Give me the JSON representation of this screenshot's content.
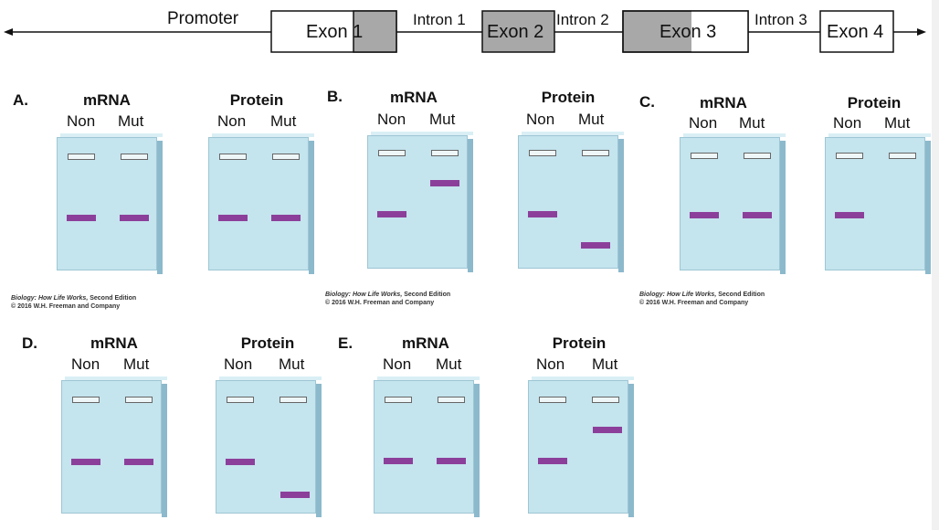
{
  "gene": {
    "promoter": "Promoter",
    "exon1": "Exon 1",
    "intron1": "Intron 1",
    "exon2": "Exon 2",
    "intron2": "Intron 2",
    "exon3": "Exon 3",
    "intron3": "Intron 3",
    "exon4": "Exon 4"
  },
  "labels": {
    "mrna": "mRNA",
    "protein": "Protein",
    "non": "Non",
    "mut": "Mut"
  },
  "panels": {
    "a": "A.",
    "b": "B.",
    "c": "C.",
    "d": "D.",
    "e": "E."
  },
  "credit": {
    "line1_title": "Biology: How Life Works,",
    "line1_rest": " Second Edition",
    "line2": "© 2016 W.H. Freeman and Company"
  },
  "colors": {
    "gel": "#c4e4ee",
    "band": "#8c3f9a",
    "exon_shaded": "#a8a8a8"
  }
}
